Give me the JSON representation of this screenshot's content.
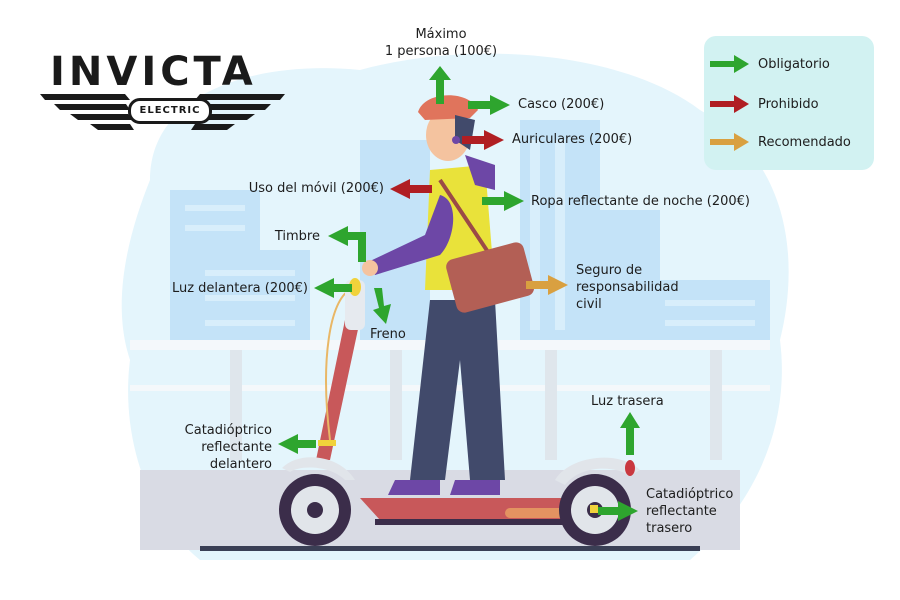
{
  "logo": {
    "brand": "INVICTA",
    "subtitle": "ELECTRIC"
  },
  "legend": {
    "items": [
      {
        "label": "Obligatorio",
        "color": "#2ea52e",
        "icon": "green-arrow-icon"
      },
      {
        "label": "Prohibido",
        "color": "#b01e23",
        "icon": "red-arrow-icon"
      },
      {
        "label": "Recomendado",
        "color": "#d9a040",
        "icon": "orange-arrow-icon"
      }
    ]
  },
  "labels": {
    "maximo": "Máximo\n1 persona (100€)",
    "casco": "Casco (200€)",
    "auriculares": "Auriculares (200€)",
    "movil": "Uso del móvil (200€)",
    "ropa": "Ropa reflectante de noche (200€)",
    "timbre": "Timbre",
    "luz_delantera": "Luz delantera (200€)",
    "freno": "Freno",
    "seguro": "Seguro de\nresponsabilidad\ncivil",
    "cata_delantero": "Catadióptrico\nreflectante\ndelantero",
    "luz_trasera": "Luz trasera",
    "cata_trasero": "Catadióptrico\nreflectante\ntrasero"
  },
  "colors": {
    "obligatorio": "#2ea52e",
    "prohibido": "#b01e23",
    "recomendado": "#d9a040",
    "background_blob": "#dff3fb",
    "buildings": "#bfe0f7"
  }
}
